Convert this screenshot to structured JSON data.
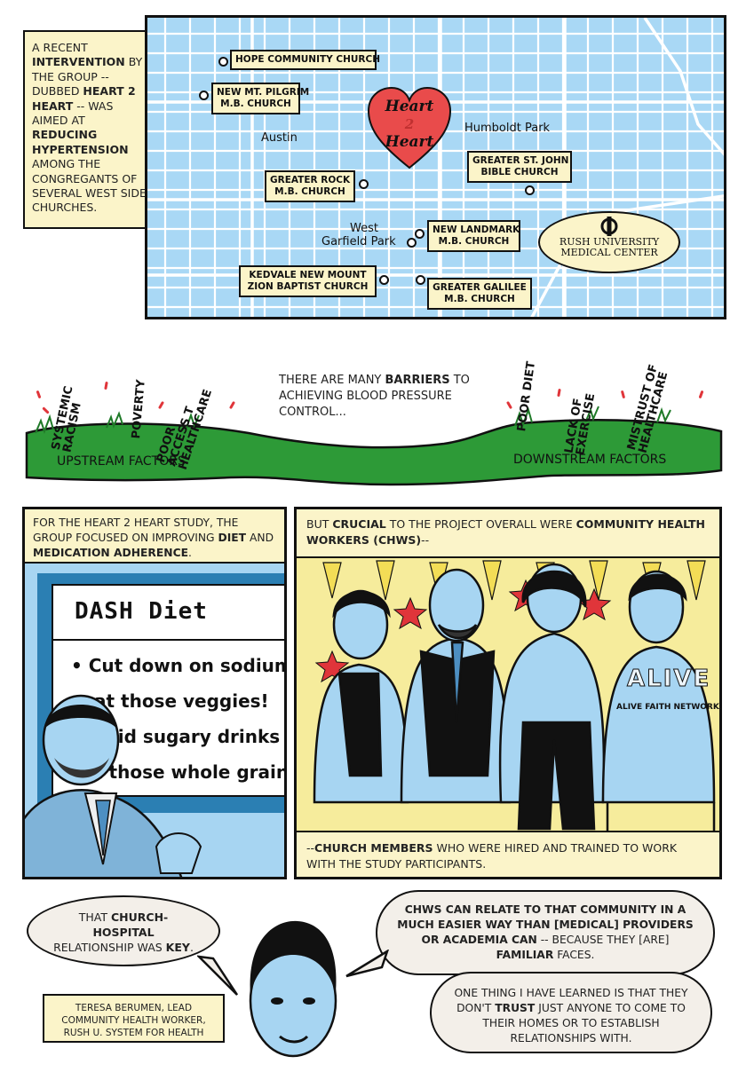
{
  "intro_caption": {
    "parts": [
      "A recent ",
      "intervention",
      " by the group -- dubbed ",
      "Heart 2 Heart",
      " -- was aimed at ",
      "reducing hypertension",
      " among the congregants of several west side churches."
    ]
  },
  "map": {
    "logo_text": "Heart 2 Heart",
    "logo_line1": "Heart",
    "logo_line2": "2",
    "logo_line3": "Heart",
    "churches": [
      "Hope Community Church",
      "New Mt. Pilgrim M.B. Church",
      "Greater Rock M.B. Church",
      "Greater St. John Bible Church",
      "New Landmark M.B. Church",
      "Kedvale New Mount Zion Baptist Church",
      "Greater Galilee M.B. Church"
    ],
    "church_lines": [
      [
        "Hope Community Church"
      ],
      [
        "New Mt. Pilgrim",
        "M.B. Church"
      ],
      [
        "Greater Rock",
        "M.B. Church"
      ],
      [
        "Greater St. John",
        "Bible Church"
      ],
      [
        "New Landmark",
        "M.B. Church"
      ],
      [
        "Kedvale New Mount",
        "Zion Baptist Church"
      ],
      [
        "Greater Galilee",
        "M.B. Church"
      ]
    ],
    "neighborhoods": [
      "Austin",
      "Humboldt Park",
      "West",
      "Garfield Park"
    ],
    "hospital": {
      "line1": "Rush University",
      "line2": "Medical Center"
    }
  },
  "barriers": {
    "intro_parts": [
      "There are many ",
      "barriers",
      " to achieving blood pressure control..."
    ],
    "upstream_label": "Upstream Factors",
    "downstream_label": "Downstream Factors",
    "upstream_factors": [
      [
        "Systemic",
        "Racism"
      ],
      [
        "Poverty"
      ],
      [
        "Poor",
        "Access T",
        "Healthcare"
      ]
    ],
    "downstream_factors": [
      [
        "Poor Diet"
      ],
      [
        "Lack of",
        "Exercise"
      ],
      [
        "Mistrust of",
        "Healthcare"
      ]
    ]
  },
  "study_caption": {
    "parts": [
      "For the Heart 2 Heart study, the group focused on improving ",
      "diet",
      " and ",
      "medication adherence",
      "."
    ]
  },
  "dash_sign": {
    "title": "DASH Diet",
    "items": [
      "• Cut down on sodium",
      "at those veggies!",
      "void sugary  drinks",
      "t those whole grains"
    ]
  },
  "chw_caption_top": {
    "parts": [
      "But ",
      "crucial",
      " to the project overall were ",
      "community health workers (CHWs)",
      "--"
    ]
  },
  "shirt_text": {
    "big": "ALIVE",
    "small": "Alive Faith Network"
  },
  "chw_caption_bottom": {
    "parts": [
      "--",
      "Church members",
      " who were hired and trained to work with the study participants."
    ]
  },
  "bubbles": {
    "left": [
      "That ",
      "church-",
      "",
      "hospital",
      " relationship was ",
      "key",
      "."
    ],
    "right_top": [
      "CHWs can relate to that community in a much easier way than [medical] providers or academia can",
      " -- because they [are] ",
      "familiar",
      " faces."
    ],
    "right_bottom": [
      "One thing I have learned is that they don't ",
      "trust",
      " just anyone to come to their homes or to establish relationships with."
    ]
  },
  "speaker_caption": "Teresa Berumen, lead community health worker, Rush U. System for Health",
  "colors": {
    "caption_bg": "#fbf4c9",
    "map_blue": "#a9d8f5",
    "heart_red": "#e94b4b",
    "grass_green": "#2d9a37",
    "figure_blue": "#a7d5f2",
    "panel_yellow": "#f6ec9c",
    "star_red": "#e0353a",
    "bubble_bg": "#f3efe9"
  }
}
